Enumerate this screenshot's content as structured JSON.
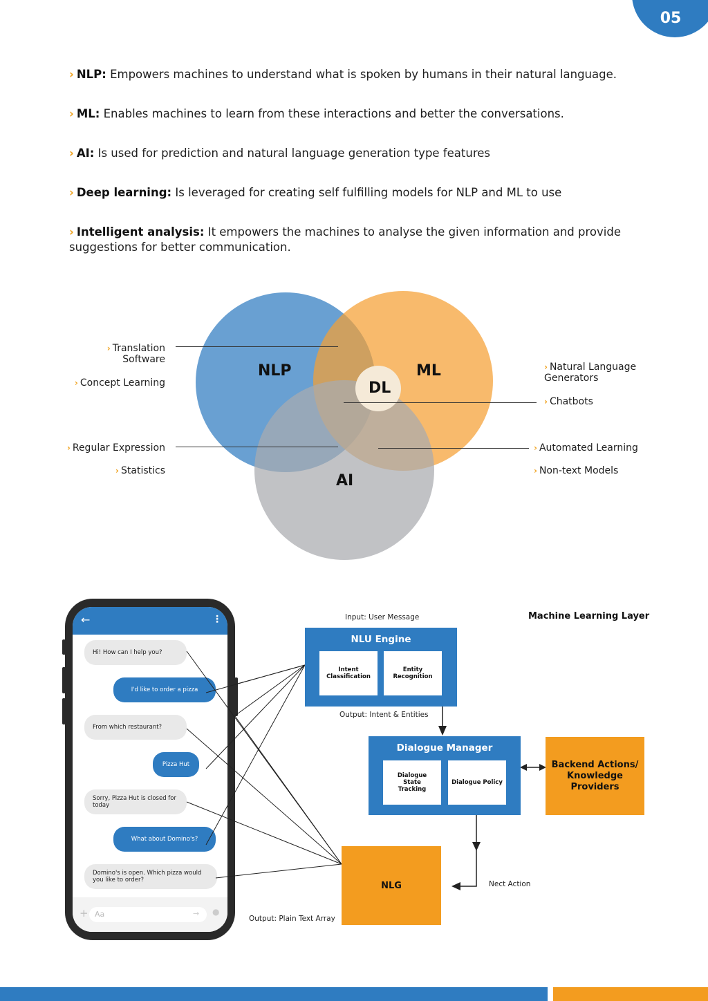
{
  "page_number": "05",
  "bullets": [
    {
      "term": "NLP:",
      "text": " Empowers machines to understand what is spoken by humans in their natural language."
    },
    {
      "term": "ML:",
      "text": " Enables machines to learn from these interactions and better the conversations."
    },
    {
      "term": "AI:",
      "text": " Is used for prediction and natural language generation type features"
    },
    {
      "term": "Deep learning:",
      "text": " Is leveraged for creating self fulfilling models for NLP and ML to use"
    },
    {
      "term": "Intelligent analysis:",
      "text": " It empowers the machines to analyse the given information and provide suggestions for better communication."
    }
  ],
  "venn": {
    "circles": {
      "nlp": "NLP",
      "ml": "ML",
      "ai": "AI",
      "dl": "DL"
    },
    "colors": {
      "nlp": "#2f7cc1",
      "ml": "#f5a033",
      "ai": "#a9abae",
      "dl": "#f5ead8"
    },
    "left_labels": [
      "Translation Software",
      "Concept Learning",
      "Regular Expression",
      "Statistics"
    ],
    "right_labels": [
      "Natural Language Generators",
      "Chatbots",
      "Automated Learning",
      "Non-text Models"
    ]
  },
  "phone": {
    "messages": [
      {
        "side": "in",
        "text": "Hi! How can I help you?"
      },
      {
        "side": "out",
        "text": "I'd like to order a pizza"
      },
      {
        "side": "in",
        "text": "From which restaurant?"
      },
      {
        "side": "out",
        "text": "Pizza Hut"
      },
      {
        "side": "in",
        "text": "Sorry, Pizza Hut is closed for today"
      },
      {
        "side": "out",
        "text": "What about Domino's?"
      },
      {
        "side": "in",
        "text": "Domino's is open. Which pizza would you like to order?"
      }
    ],
    "composer_placeholder": "Aa"
  },
  "diagram": {
    "input_label": "Input: User Message",
    "layer_title": "Machine Learning Layer",
    "nlu_title": "NLU Engine",
    "nlu_items": [
      "Intent Classification",
      "Entity Recognition"
    ],
    "nlu_output": "Output: Intent & Entities",
    "dm_title": "Dialogue Manager",
    "dm_items": [
      "Dialogue State Tracking",
      "Dialogue Policy"
    ],
    "backend": "Backend Actions/ Knowledge Providers",
    "nlg": "NLG",
    "next_action": "Nect Action",
    "output_label": "Output: Plain Text Array",
    "colors": {
      "blue": "#2f7cc1",
      "orange": "#f39c1f"
    }
  }
}
